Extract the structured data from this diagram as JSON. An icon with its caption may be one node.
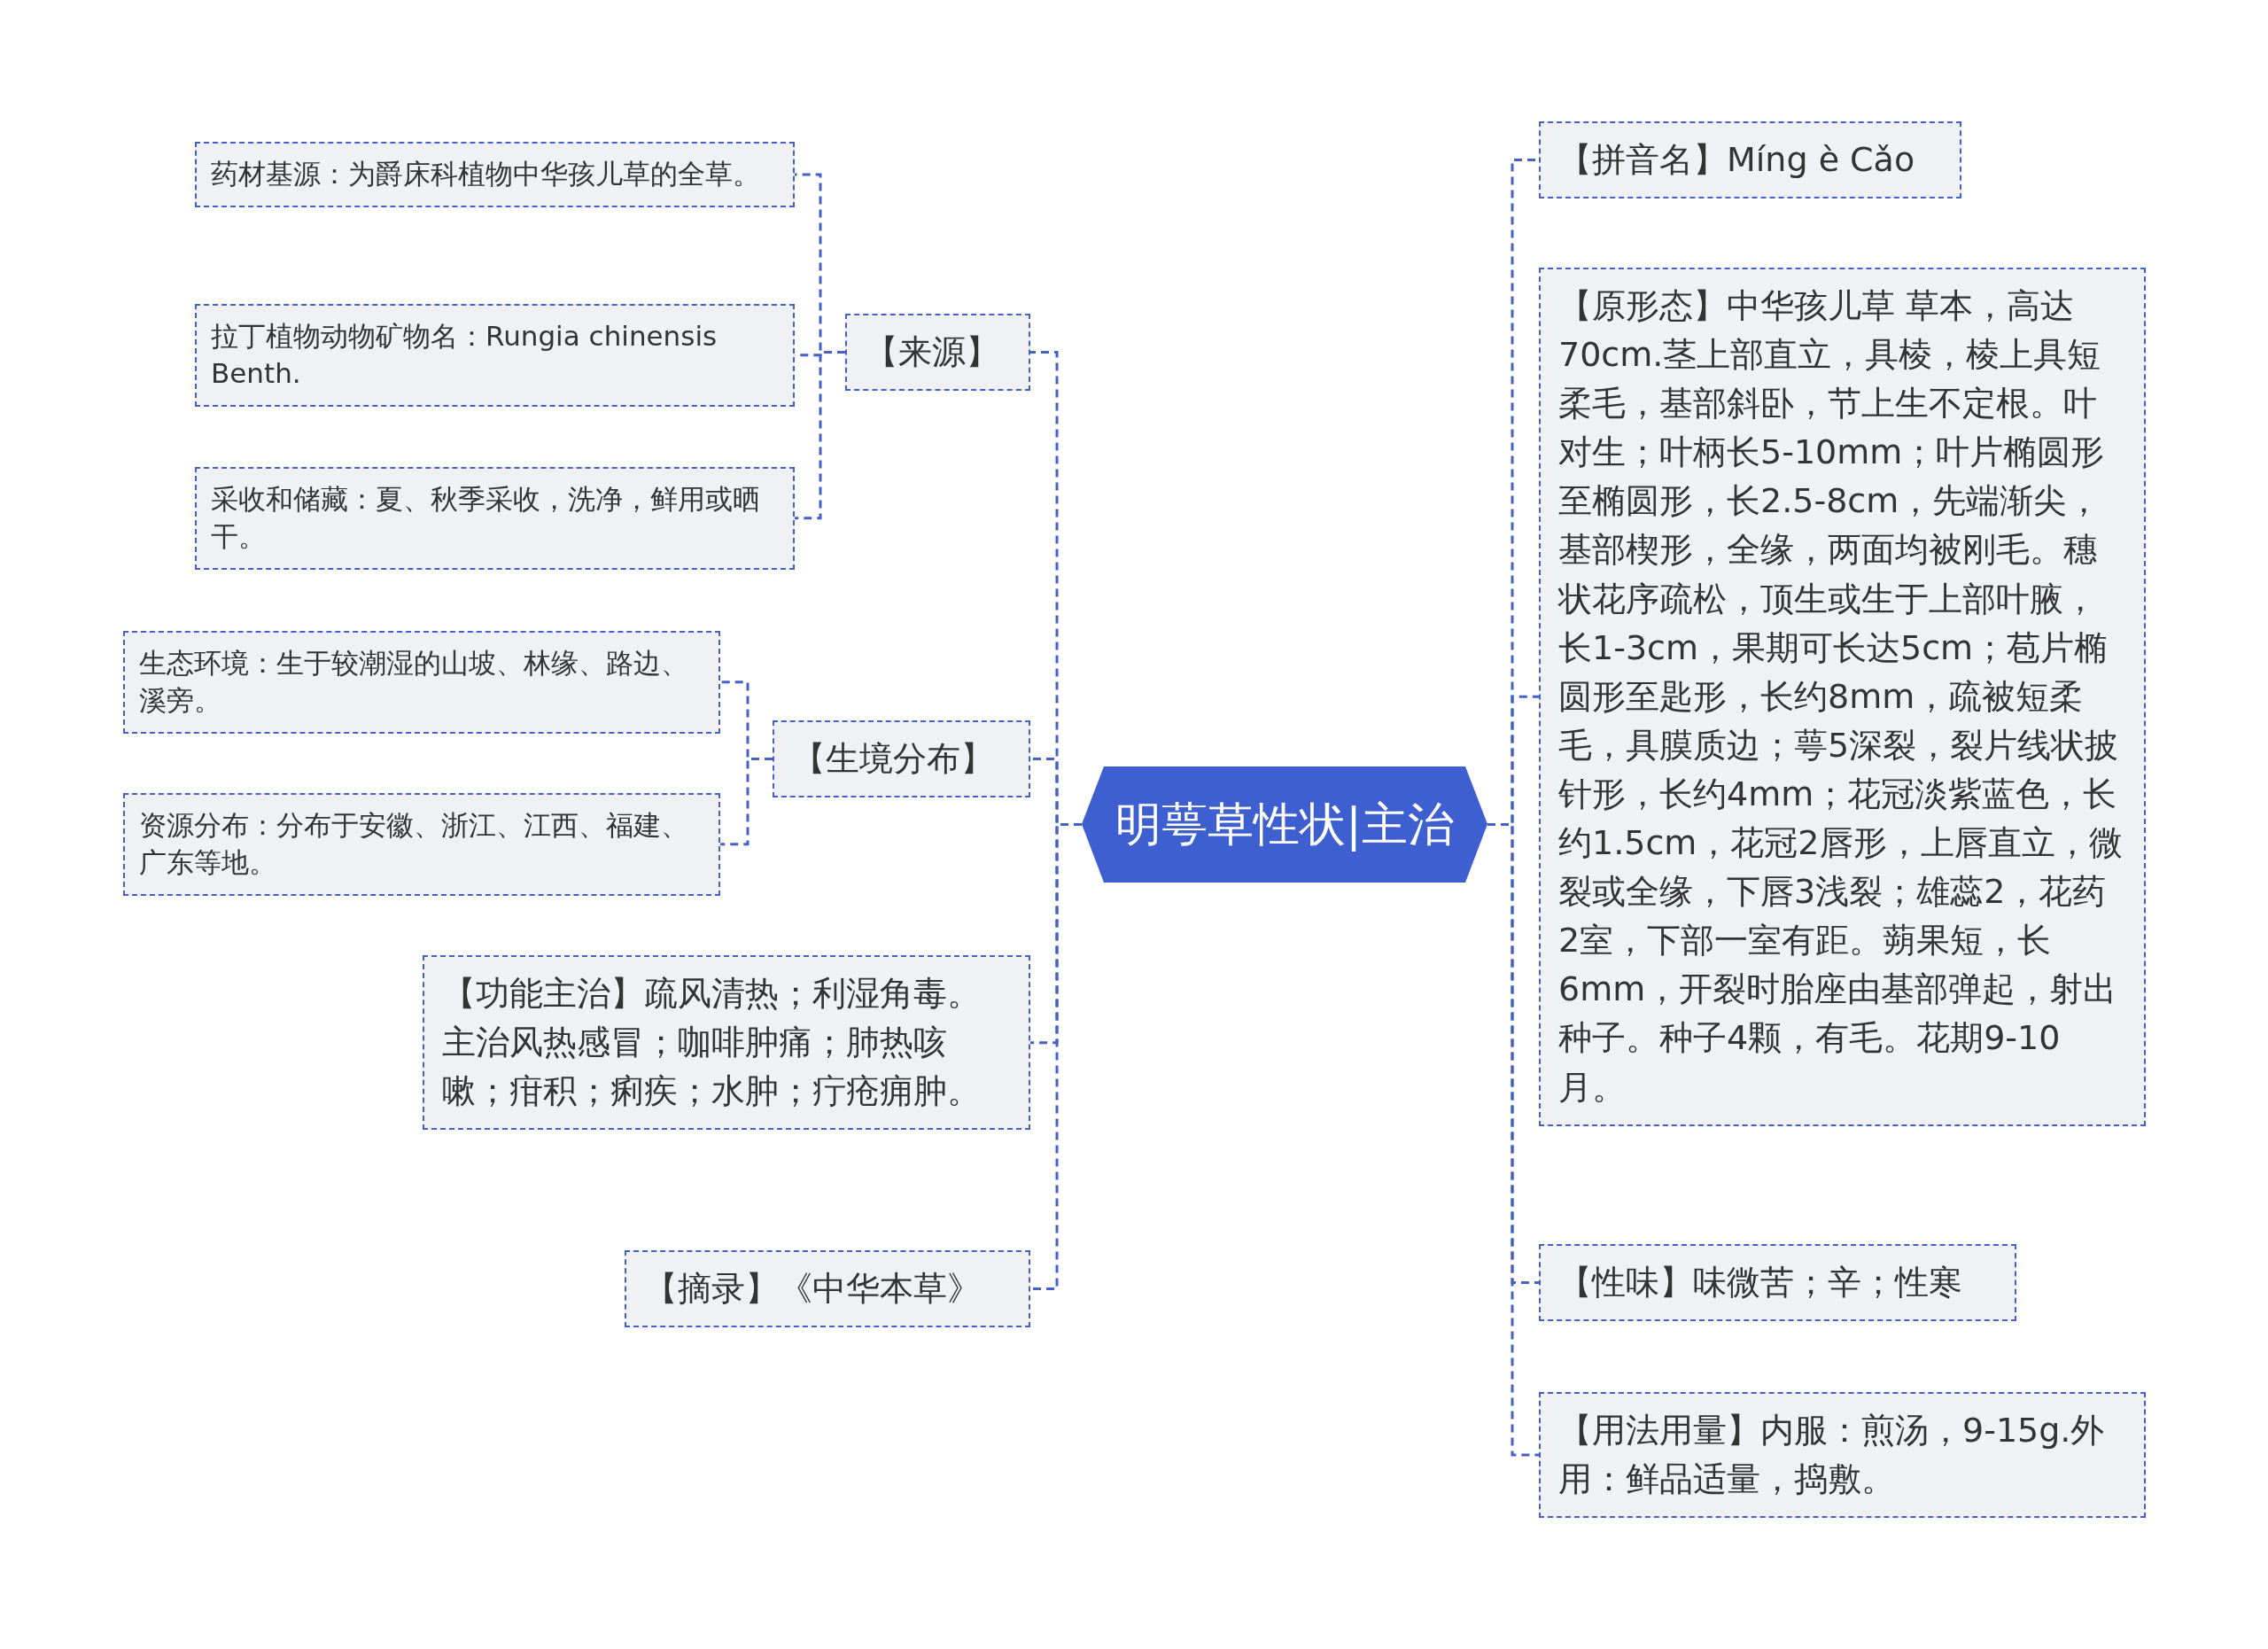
{
  "diagram": {
    "nodes": [
      {
        "text": [
          "明萼草性状|主治"
        ]
      },
      {
        "text": [
          "【来源】"
        ]
      },
      {
        "text": [
          "药材基源：为爵床科植物中华孩儿草的全草。"
        ]
      },
      {
        "text": [
          "拉丁植物动物矿物名：Rungia chinensis Benth."
        ]
      },
      {
        "text": [
          "采收和储藏：夏、秋季采收，洗净，鲜用或晒干。"
        ]
      },
      {
        "text": [
          "【生境分布】"
        ]
      },
      {
        "text": [
          "生态环境：生于较潮湿的山坡、林缘、路边、溪旁。"
        ]
      },
      {
        "text": [
          "资源分布：分布于安徽、浙江、江西、福建、广东等地。"
        ]
      },
      {
        "text": [
          "【功能主治】疏风清热；利湿角毒。主治风热感冒；咖啡肿痛；肺热咳嗽；疳积；痢疾；水肿；疔疮痈肿。"
        ]
      },
      {
        "text": [
          "【摘录】《中华本草》"
        ]
      },
      {
        "text": [
          "【拼音名】Míng è Cǎo"
        ]
      },
      {
        "text": [
          "【原形态】中华孩儿草 草本，高达70cm.茎上部直立，具棱，棱上具短柔毛，基部斜卧，节上生不定根。叶对生；叶柄长5-10mm；叶片椭圆形至椭圆形，长2.5-8cm，先端渐尖，基部楔形，全缘，两面均被刚毛。穗状花序疏松，顶生或生于上部叶腋，长1-3cm，果期可长达5cm；苞片椭圆形至匙形，长约8mm，疏被短柔毛，具膜质边；萼5深裂，裂片线状披针形，长约4mm；花冠淡紫蓝色，长约1.5cm，花冠2唇形，上唇直立，微裂或全缘，下唇3浅裂；雄蕊2，花药2室，下部一室有距。蒴果短，长6mm，开裂时胎座由基部弹起，射出种子。种子4颗，有毛。花期9-10月。"
        ]
      },
      {
        "text": [
          "【性味】味微苦；辛；性寒"
        ]
      },
      {
        "text": [
          "【用法用量】内服：煎汤，9-15g.外用：鲜品适量，捣敷。"
        ]
      }
    ],
    "edges": [
      {
        "from": 0,
        "to": 1,
        "arrow": "none"
      },
      {
        "from": 1,
        "to": 2,
        "arrow": "none"
      },
      {
        "from": 1,
        "to": 3,
        "arrow": "none"
      },
      {
        "from": 1,
        "to": 4,
        "arrow": "none"
      },
      {
        "from": 0,
        "to": 5,
        "arrow": "none"
      },
      {
        "from": 5,
        "to": 6,
        "arrow": "none"
      },
      {
        "from": 5,
        "to": 7,
        "arrow": "none"
      },
      {
        "from": 0,
        "to": 8,
        "arrow": "none"
      },
      {
        "from": 0,
        "to": 9,
        "arrow": "none"
      },
      {
        "from": 0,
        "to": 10,
        "arrow": "none"
      },
      {
        "from": 0,
        "to": 11,
        "arrow": "none"
      },
      {
        "from": 0,
        "to": 12,
        "arrow": "none"
      },
      {
        "from": 0,
        "to": 13,
        "arrow": "none"
      }
    ]
  }
}
